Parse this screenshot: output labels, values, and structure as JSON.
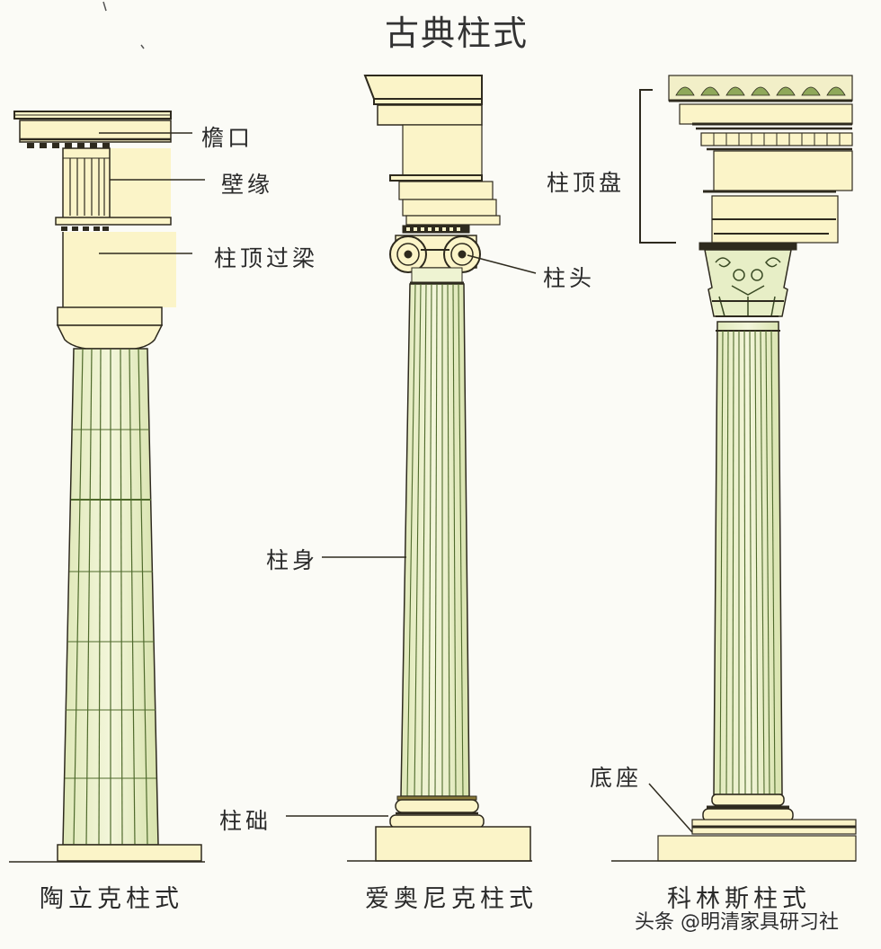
{
  "diagram": {
    "title": "古典柱式",
    "colors": {
      "background": "#fbfbf6",
      "stone_fill": "#fbf4c8",
      "shaft_fill": "#eef3d2",
      "fluting_line": "#5f7a3a",
      "outline": "#2e2a1e",
      "text": "#2a2a2a"
    },
    "part_labels": {
      "cornice": "檐口",
      "frieze": "壁缘",
      "architrave": "柱顶过梁",
      "capital": "柱头",
      "entablature": "柱顶盘",
      "shaft": "柱身",
      "base": "柱础",
      "pedestal": "底座"
    },
    "orders": [
      {
        "name": "陶立克柱式",
        "style": "Doric"
      },
      {
        "name": "爱奥尼克柱式",
        "style": "Ionic"
      },
      {
        "name": "科林斯柱式",
        "style": "Corinthian"
      }
    ],
    "watermark": "头条 @明清家具研习社"
  }
}
